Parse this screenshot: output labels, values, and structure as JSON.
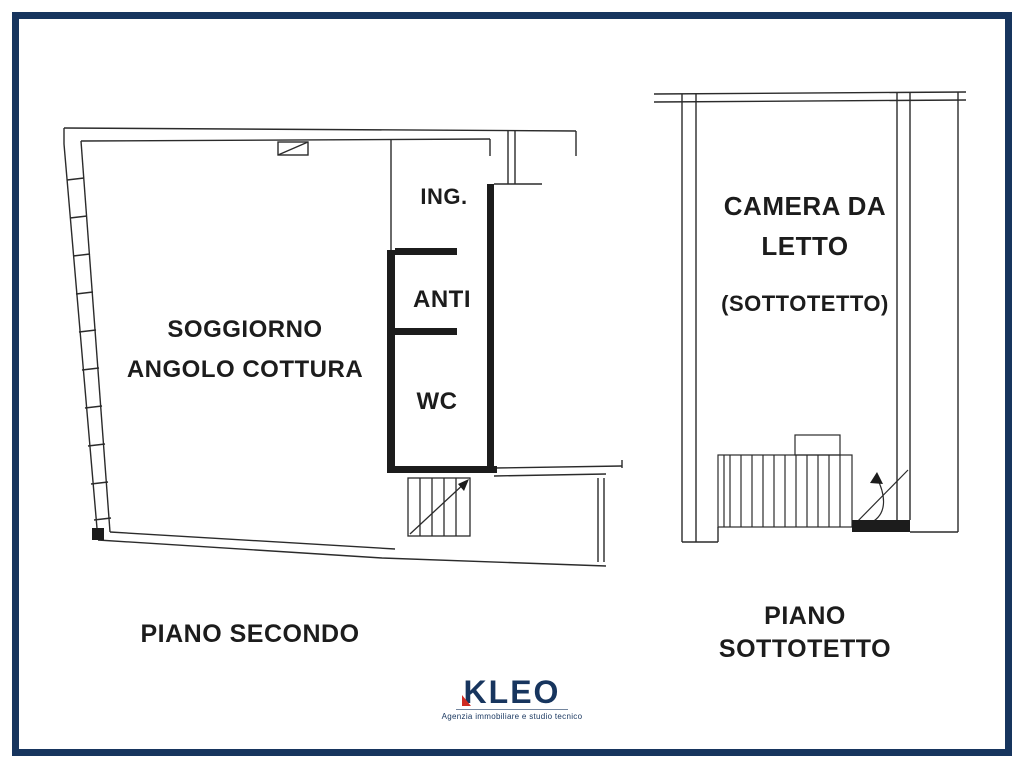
{
  "left_plan": {
    "caption": "PIANO SECONDO",
    "living_room_line1": "SOGGIORNO",
    "living_room_line2": "ANGOLO COTTURA",
    "entrance_label": "ING.",
    "anteroom_label": "ANTI",
    "wc_label": "WC"
  },
  "right_plan": {
    "caption_line1": "PIANO",
    "caption_line2": "SOTTOTETTO",
    "bedroom_line1": "CAMERA DA",
    "bedroom_line2": "LETTO",
    "bedroom_note": "(SOTTOTETTO)"
  },
  "logo": {
    "brand": "KLEO",
    "tagline": "Agenzia immobiliare e studio tecnico"
  },
  "colors": {
    "frame_navy": "#17355e",
    "logo_red": "#cf2a21",
    "line_black": "#2b2b2b"
  }
}
